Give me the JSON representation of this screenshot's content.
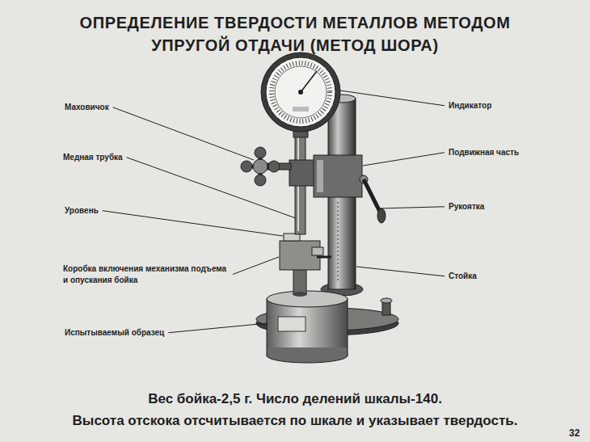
{
  "diagram": {
    "title": "ОПРЕДЕЛЕНИЕ ТВЕРДОСТИ МЕТАЛЛОВ МЕТОДОМ УПРУГОЙ ОТДАЧИ (МЕТОД ШОРА)",
    "caption": "Вес бойка-2,5 г. Число делений шкалы-140.",
    "labels": [
      "Маховичок",
      "Медная трубка",
      "Уровень",
      "Коробка включения механизма подъема и опускания бойка",
      "Испытываемый образец",
      "Индикатор",
      "Подвижная часть",
      "Рукоятка",
      "Стойка",
      "Высота отскока отсчитывается по шкале и указывает твердость.",
      "32"
    ]
  }
}
